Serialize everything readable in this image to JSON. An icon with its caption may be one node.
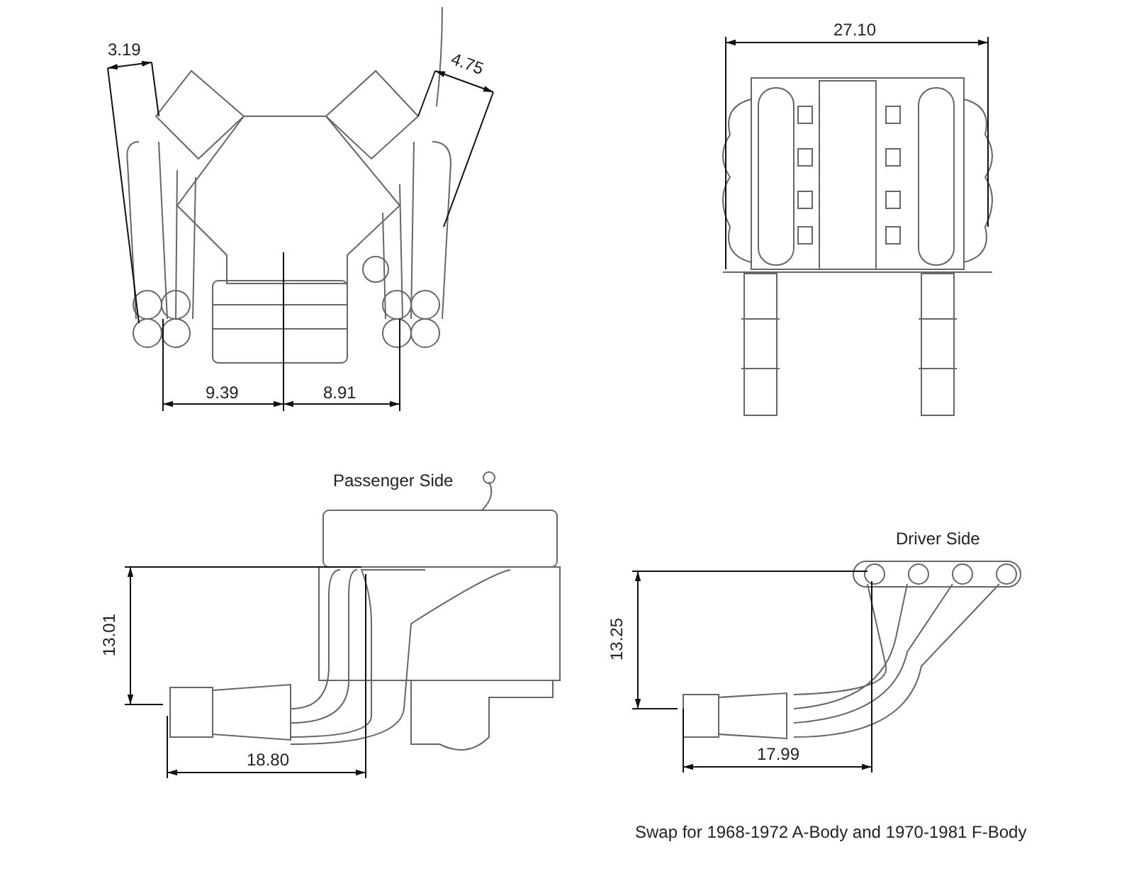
{
  "diagram": {
    "caption": "Swap for 1968-1972 A-Body and 1970-1981 F-Body",
    "labels": [
      "3.19",
      "4.75",
      "9.39",
      "8.91",
      "27.10",
      "Passenger Side",
      "13.01",
      "18.80",
      "Driver Side",
      "13.25",
      "17.99"
    ]
  }
}
